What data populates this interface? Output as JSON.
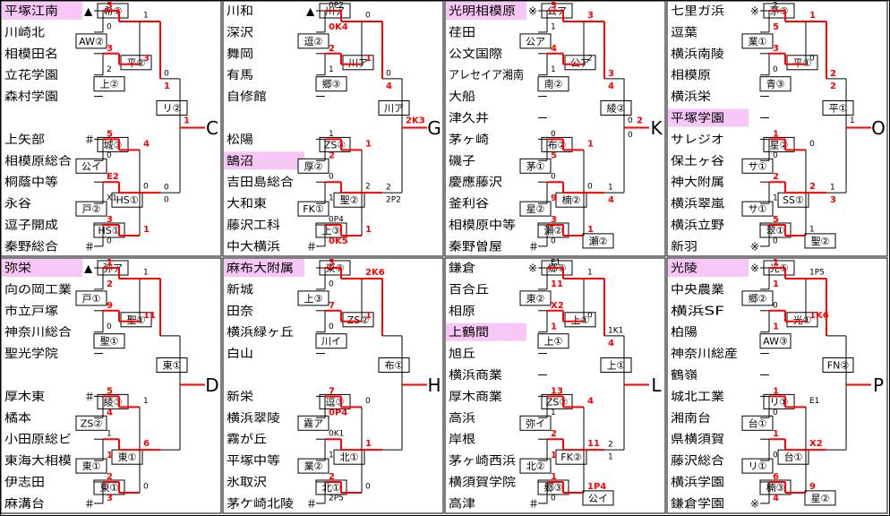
{
  "colors": {
    "win": "#ff0000",
    "line": "#000000",
    "highlight": "#f7c8f7",
    "text": "#000000",
    "score": "#ff0000"
  },
  "blocks": [
    {
      "letter": "C",
      "rows": [
        {
          "name": "平塚江南",
          "mark": "▲",
          "highlight": true
        },
        {
          "name": "川崎北"
        },
        {
          "name": "相模田名"
        },
        {
          "name": "立花学園"
        },
        {
          "name": "森村学園"
        },
        {
          "name": "",
          "empty": true
        },
        {
          "name": "上矢部",
          "mark": "＃"
        },
        {
          "name": "相模原総合"
        },
        {
          "name": "桐蔭中等"
        },
        {
          "name": "永谷"
        },
        {
          "name": "逗子開成"
        },
        {
          "name": "秦野総合",
          "mark": "＃"
        }
      ],
      "labels": [
        {
          "t": "希②"
        },
        {
          "t": "AW②"
        },
        {
          "t": "平②"
        },
        {
          "t": "上②"
        },
        {
          "t": "リ②"
        },
        {
          "t": "城③"
        },
        {
          "t": "公イ"
        },
        {
          "t": "HS①"
        },
        {
          "t": "戸②"
        },
        {
          "t": "HS①"
        }
      ],
      "scores": [
        {
          "t": "3",
          "red": true
        },
        {
          "t": "0"
        },
        {
          "t": "3",
          "red": true
        },
        {
          "t": "2"
        },
        {
          "t": "5",
          "red": true
        },
        {
          "t": "0"
        },
        {
          "t": "E2",
          "red": true
        },
        {
          "t": "X1"
        },
        {
          "t": "3",
          "red": true
        },
        {
          "t": "0"
        },
        {
          "t": "1"
        },
        {
          "t": "3",
          "red": true
        },
        {
          "t": "4",
          "red": true
        },
        {
          "t": "0"
        },
        {
          "t": "1",
          "red": true
        },
        {
          "t": "0"
        },
        {
          "t": "1",
          "red": true
        },
        {
          "t": "0"
        },
        {
          "t": "0"
        },
        {
          "t": "1",
          "red": true
        }
      ]
    },
    {
      "letter": "G",
      "rows": [
        {
          "name": "川和",
          "mark": "▲"
        },
        {
          "name": "深沢"
        },
        {
          "name": "舞岡"
        },
        {
          "name": "有馬"
        },
        {
          "name": "自修館"
        },
        {
          "name": "",
          "empty": true
        },
        {
          "name": "松陽"
        },
        {
          "name": "鵠沼",
          "highlight": true
        },
        {
          "name": "吉田島総合"
        },
        {
          "name": "大和東"
        },
        {
          "name": "藤沢工科"
        },
        {
          "name": "中大横浜",
          "mark": "＃"
        }
      ],
      "labels": [
        {
          "t": "川ア"
        },
        {
          "t": "逗②"
        },
        {
          "t": "川ア"
        },
        {
          "t": "郷③"
        },
        {
          "t": "川ア"
        },
        {
          "t": "ZS④"
        },
        {
          "t": "厚②"
        },
        {
          "t": "聖②"
        },
        {
          "t": "FK①"
        },
        {
          "t": "上③"
        }
      ],
      "scores": [
        {
          "t": "0P2"
        },
        {
          "t": "0K4",
          "red": true
        },
        {
          "t": "2",
          "red": true
        },
        {
          "t": "1"
        },
        {
          "t": "1"
        },
        {
          "t": "2",
          "red": true
        },
        {
          "t": "0"
        },
        {
          "t": "1"
        },
        {
          "t": "0P4"
        },
        {
          "t": "0K5",
          "red": true
        },
        {
          "t": "0"
        },
        {
          "t": "1",
          "red": true
        },
        {
          "t": "1",
          "red": true
        },
        {
          "t": "2"
        },
        {
          "t": "1",
          "red": true
        },
        {
          "t": "0"
        },
        {
          "t": "4",
          "red": true
        },
        {
          "t": "2"
        },
        {
          "t": "2P2"
        },
        {
          "t": "2K3",
          "red": true
        }
      ]
    },
    {
      "letter": "K",
      "rows": [
        {
          "name": "光明相模原",
          "mark": "※",
          "highlight": true
        },
        {
          "name": "荏田"
        },
        {
          "name": "公文国際"
        },
        {
          "name": "アレセイア湘南"
        },
        {
          "name": "大船"
        },
        {
          "name": "津久井"
        },
        {
          "name": "茅ヶ崎"
        },
        {
          "name": "磯子"
        },
        {
          "name": "慶應藤沢"
        },
        {
          "name": "釜利谷"
        },
        {
          "name": "相模原中等"
        },
        {
          "name": "秦野曽屋",
          "mark": "＃"
        }
      ],
      "labels": [
        {
          "t": "公ア"
        },
        {
          "t": "公ア"
        },
        {
          "t": "公ア"
        },
        {
          "t": "南②"
        },
        {
          "t": "綾②"
        },
        {
          "t": "布②"
        },
        {
          "t": "茅①"
        },
        {
          "t": "楠②"
        },
        {
          "t": "星②"
        },
        {
          "t": "瀬②"
        },
        {
          "t": "瀬②"
        }
      ],
      "scores": [
        {
          "t": "3",
          "red": true
        },
        {
          "t": "1"
        },
        {
          "t": "4",
          "red": true
        },
        {
          "t": "1"
        },
        {
          "t": "0"
        },
        {
          "t": "5",
          "red": true
        },
        {
          "t": "0"
        },
        {
          "t": "9",
          "red": true
        },
        {
          "t": "3",
          "red": true
        },
        {
          "t": "0"
        },
        {
          "t": "3",
          "red": true
        },
        {
          "t": "2"
        },
        {
          "t": "1",
          "red": true
        },
        {
          "t": "0"
        },
        {
          "t": "1",
          "red": true
        },
        {
          "t": "3",
          "red": true
        },
        {
          "t": "4",
          "red": true
        },
        {
          "t": "1"
        },
        {
          "t": "4",
          "red": true
        },
        {
          "t": "0"
        },
        {
          "t": "0"
        },
        {
          "t": "2",
          "red": true
        }
      ]
    },
    {
      "letter": "O",
      "rows": [
        {
          "name": "七里ガ浜",
          "mark": "※"
        },
        {
          "name": "逗葉"
        },
        {
          "name": "横浜南陵"
        },
        {
          "name": "相模原"
        },
        {
          "name": "横浜栄"
        },
        {
          "name": "平塚学園",
          "highlight": true
        },
        {
          "name": "サレジオ"
        },
        {
          "name": "保土ヶ谷"
        },
        {
          "name": "神大附属"
        },
        {
          "name": "横浜翠嵐"
        },
        {
          "name": "横浜立野"
        },
        {
          "name": "新羽",
          "mark": "※"
        }
      ],
      "labels": [
        {
          "t": "茅③"
        },
        {
          "t": "業①"
        },
        {
          "t": "平①"
        },
        {
          "t": "青③"
        },
        {
          "t": "平①"
        },
        {
          "t": "星②"
        },
        {
          "t": "サ①"
        },
        {
          "t": "SS①"
        },
        {
          "t": "サ①"
        },
        {
          "t": "翠①"
        },
        {
          "t": "聖②"
        }
      ],
      "scores": [
        {
          "t": "2"
        },
        {
          "t": "5",
          "red": true
        },
        {
          "t": "3",
          "red": true
        },
        {
          "t": "0"
        },
        {
          "t": "1",
          "red": true
        },
        {
          "t": "0"
        },
        {
          "t": "2",
          "red": true
        },
        {
          "t": "1"
        },
        {
          "t": "5",
          "red": true
        },
        {
          "t": "0"
        },
        {
          "t": "1",
          "red": true
        },
        {
          "t": "0"
        },
        {
          "t": "0"
        },
        {
          "t": "2",
          "red": true
        },
        {
          "t": "1"
        },
        {
          "t": "2",
          "red": true
        },
        {
          "t": "2",
          "red": true
        },
        {
          "t": "1"
        },
        {
          "t": "3",
          "red": true
        },
        {
          "t": "1"
        }
      ]
    },
    {
      "letter": "D",
      "rows": [
        {
          "name": "弥栄",
          "mark": "▲",
          "highlight": true
        },
        {
          "name": "向の岡工業"
        },
        {
          "name": "市立戸塚"
        },
        {
          "name": "神奈川総合"
        },
        {
          "name": "聖光学院"
        },
        {
          "name": "",
          "empty": true
        },
        {
          "name": "厚木東",
          "mark": "＃"
        },
        {
          "name": "橘本"
        },
        {
          "name": "小田原総ビ"
        },
        {
          "name": "東海大相模"
        },
        {
          "name": "伊志田"
        },
        {
          "name": "麻溝台",
          "mark": "＃"
        }
      ],
      "labels": [
        {
          "t": "弥ア"
        },
        {
          "t": "戸①"
        },
        {
          "t": "聖①"
        },
        {
          "t": "聖①"
        },
        {
          "t": "東①"
        },
        {
          "t": "綾③"
        },
        {
          "t": "ZS②"
        },
        {
          "t": "東①"
        },
        {
          "t": "東①"
        },
        {
          "t": "東①"
        }
      ],
      "scores": [
        {
          "t": "1",
          "red": true
        },
        {
          "t": "2",
          "red": true
        },
        {
          "t": "9",
          "red": true
        },
        {
          "t": "0"
        },
        {
          "t": "5",
          "red": true
        },
        {
          "t": "4",
          "red": true
        },
        {
          "t": "1"
        },
        {
          "t": "1",
          "red": true
        },
        {
          "t": "2",
          "red": true
        },
        {
          "t": "3",
          "red": true
        },
        {
          "t": "1"
        },
        {
          "t": "11",
          "red": true
        },
        {
          "t": "1"
        },
        {
          "t": "6",
          "red": true
        },
        {
          "t": "0"
        }
      ]
    },
    {
      "letter": "H",
      "rows": [
        {
          "name": "麻布大附属",
          "highlight": true
        },
        {
          "name": "新城"
        },
        {
          "name": "田奈"
        },
        {
          "name": "横浜緑ヶ丘"
        },
        {
          "name": "白山"
        },
        {
          "name": "",
          "empty": true
        },
        {
          "name": "新栄"
        },
        {
          "name": "横浜翠陵"
        },
        {
          "name": "霧が丘"
        },
        {
          "name": "平塚中等"
        },
        {
          "name": "氷取沢"
        },
        {
          "name": "茅ケ崎北陵",
          "mark": "＃"
        }
      ],
      "labels": [
        {
          "t": "東②"
        },
        {
          "t": "上③"
        },
        {
          "t": "ZS②"
        },
        {
          "t": "川イ"
        },
        {
          "t": "布①"
        },
        {
          "t": "逗③"
        },
        {
          "t": "霧ア"
        },
        {
          "t": "北①"
        },
        {
          "t": "業②"
        },
        {
          "t": "北①"
        }
      ],
      "scores": [
        {
          "t": "3",
          "red": true
        },
        {
          "t": "0"
        },
        {
          "t": "7",
          "red": true
        },
        {
          "t": "0"
        },
        {
          "t": "7",
          "red": true
        },
        {
          "t": "0P4",
          "red": true
        },
        {
          "t": "0K1"
        },
        {
          "t": "1"
        },
        {
          "t": "2",
          "red": true
        },
        {
          "t": "2P5"
        },
        {
          "t": "2K6",
          "red": true
        },
        {
          "t": "1",
          "red": true
        },
        {
          "t": "0"
        },
        {
          "t": "1",
          "red": true
        },
        {
          "t": "0"
        }
      ]
    },
    {
      "letter": "L",
      "rows": [
        {
          "name": "鎌倉",
          "mark": "※"
        },
        {
          "name": "百合丘"
        },
        {
          "name": "相原"
        },
        {
          "name": "上鶴間",
          "highlight": true
        },
        {
          "name": "旭丘"
        },
        {
          "name": "横浜商業"
        },
        {
          "name": "厚木商業"
        },
        {
          "name": "高浜"
        },
        {
          "name": "岸根"
        },
        {
          "name": "茅ヶ崎西浜"
        },
        {
          "name": "横須賀学院"
        },
        {
          "name": "高津",
          "mark": "＃"
        }
      ],
      "labels": [
        {
          "t": "郷②"
        },
        {
          "t": "東②"
        },
        {
          "t": "上①"
        },
        {
          "t": "上①"
        },
        {
          "t": "上①"
        },
        {
          "t": "ZS②"
        },
        {
          "t": "弥イ"
        },
        {
          "t": "FK②"
        },
        {
          "t": "北②"
        },
        {
          "t": "郷③"
        },
        {
          "t": "公イ"
        }
      ],
      "scores": [
        {
          "t": "E1"
        },
        {
          "t": "11",
          "red": true
        },
        {
          "t": "X2",
          "red": true
        },
        {
          "t": "1",
          "red": true
        },
        {
          "t": "13",
          "red": true
        },
        {
          "t": "1"
        },
        {
          "t": "2",
          "red": true
        },
        {
          "t": "1",
          "red": true
        },
        {
          "t": "1",
          "red": true
        },
        {
          "t": "0"
        },
        {
          "t": "1"
        },
        {
          "t": "0"
        },
        {
          "t": "4",
          "red": true
        },
        {
          "t": "11",
          "red": true
        },
        {
          "t": "1P4",
          "red": true
        },
        {
          "t": "1K1"
        },
        {
          "t": "4",
          "red": true
        },
        {
          "t": "2"
        },
        {
          "t": "1"
        }
      ]
    },
    {
      "letter": "P",
      "rows": [
        {
          "name": "光陵",
          "mark": "※",
          "highlight": true
        },
        {
          "name": "中央農業"
        },
        {
          "name": "横浜SF"
        },
        {
          "name": "柏陽"
        },
        {
          "name": "神奈川総産"
        },
        {
          "name": "鶴嶺"
        },
        {
          "name": "城北工業"
        },
        {
          "name": "湘南台"
        },
        {
          "name": "県横須賀"
        },
        {
          "name": "藤沢総合"
        },
        {
          "name": "横浜学園"
        },
        {
          "name": "鎌倉学園",
          "mark": "※"
        }
      ],
      "labels": [
        {
          "t": "光①"
        },
        {
          "t": "郷②"
        },
        {
          "t": "光①"
        },
        {
          "t": "AW③"
        },
        {
          "t": "FN②"
        },
        {
          "t": "リ①"
        },
        {
          "t": "台①"
        },
        {
          "t": "台①"
        },
        {
          "t": "リ①"
        },
        {
          "t": "楠③"
        },
        {
          "t": "星②"
        }
      ],
      "scores": [
        {
          "t": "1",
          "red": true
        },
        {
          "t": "1",
          "red": true
        },
        {
          "t": "0"
        },
        {
          "t": "1",
          "red": true
        },
        {
          "t": "1",
          "red": true
        },
        {
          "t": "0"
        },
        {
          "t": "1",
          "red": true
        },
        {
          "t": "0"
        },
        {
          "t": "6",
          "red": true
        },
        {
          "t": "4",
          "red": true
        },
        {
          "t": "1P5"
        },
        {
          "t": "1K6",
          "red": true
        },
        {
          "t": "E1"
        },
        {
          "t": "X2",
          "red": true
        },
        {
          "t": "9",
          "red": true
        }
      ]
    }
  ]
}
